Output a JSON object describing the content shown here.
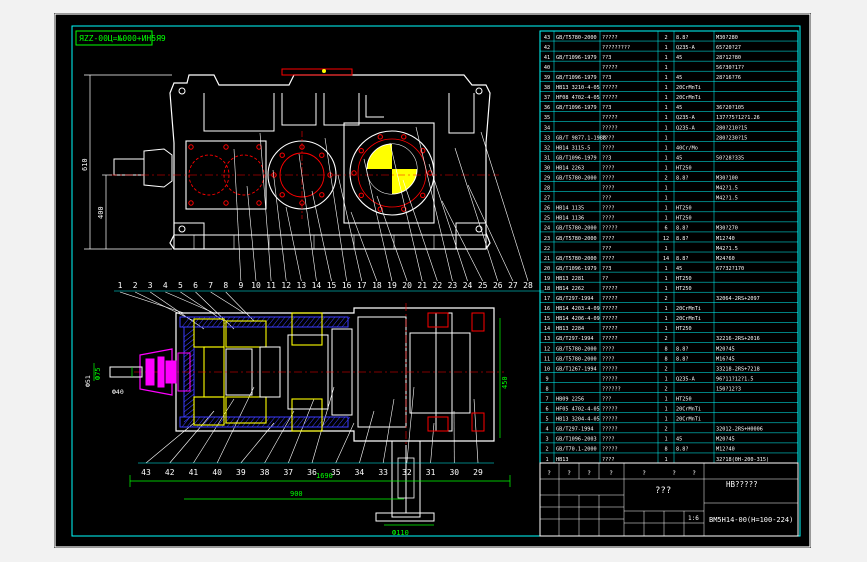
{
  "drawing": {
    "stamp": "ЯZZ-00Ц=№000+ИН5Я9",
    "title_block": {
      "part_name": "???",
      "material": "НВ?????",
      "drawing_no": "ВМ5Н14-00(Н=100-224)",
      "qty_labels": [
        "?",
        "?",
        "?",
        "?",
        "?",
        "?",
        "?"
      ],
      "scale": "1:6"
    },
    "dimensions": {
      "overall_height": "610",
      "center_height": "400",
      "overall_length": "1690",
      "input_dia": "Ф40",
      "input_len": "Ф75",
      "output_dia": "Ф110",
      "bottom_len": "900",
      "right_dim": "450",
      "left_ext": "Ф51"
    },
    "top_callouts": [
      "1",
      "2",
      "3",
      "4",
      "5",
      "6",
      "7",
      "8",
      "9",
      "10",
      "11",
      "12",
      "13",
      "14",
      "15",
      "16",
      "17",
      "18",
      "19",
      "20",
      "21",
      "22",
      "23",
      "24",
      "25",
      "26",
      "27",
      "28"
    ],
    "bottom_callouts": [
      "43",
      "42",
      "41",
      "40",
      "39",
      "38",
      "37",
      "36",
      "35",
      "34",
      "33",
      "32",
      "31",
      "30",
      "29"
    ],
    "bom_rows": [
      {
        "no": "43",
        "code": "GB/T5780-2000",
        "name": "?????",
        "qty": "2",
        "mat": "8.8?",
        "note": "M30?280"
      },
      {
        "no": "42",
        "code": "",
        "name": "?????????",
        "qty": "1",
        "mat": "Q235-A",
        "note": "65?20?27"
      },
      {
        "no": "41",
        "code": "GB/T1096-1979",
        "name": "??3",
        "qty": "1",
        "mat": "45",
        "note": "28?12?80"
      },
      {
        "no": "40",
        "code": "",
        "name": "?????",
        "qty": "1",
        "mat": "",
        "note": "56?30?17?"
      },
      {
        "no": "39",
        "code": "GB/T1096-1979",
        "name": "??3",
        "qty": "1",
        "mat": "45",
        "note": "28?16?76"
      },
      {
        "no": "38",
        "code": "HB13 3210-4-05",
        "name": "?????",
        "qty": "1",
        "mat": "20CrMnTi",
        "note": ""
      },
      {
        "no": "37",
        "code": "HF08 4702-4-05",
        "name": "?????",
        "qty": "1",
        "mat": "20CrMnTi",
        "note": ""
      },
      {
        "no": "36",
        "code": "GB/T1096-1979",
        "name": "??3",
        "qty": "1",
        "mat": "45",
        "note": "36?20?105"
      },
      {
        "no": "35",
        "code": "",
        "name": "?????",
        "qty": "1",
        "mat": "Q235-A",
        "note": "137?75?12?1.26"
      },
      {
        "no": "34",
        "code": "",
        "name": "?????",
        "qty": "1",
        "mat": "Q235-A",
        "note": "280?210?15"
      },
      {
        "no": "33",
        "code": "GB/T 9877.1-1988",
        "name": "????",
        "qty": "1",
        "mat": "",
        "note": "280?230?15"
      },
      {
        "no": "32",
        "code": "HB14 3115-5",
        "name": "????",
        "qty": "1",
        "mat": "40Cr/Мо",
        "note": ""
      },
      {
        "no": "31",
        "code": "GB/T1096-1979",
        "name": "??3",
        "qty": "1",
        "mat": "45",
        "note": "50?28?335"
      },
      {
        "no": "30",
        "code": "HB14 2263",
        "name": "????",
        "qty": "1",
        "mat": "HT250",
        "note": ""
      },
      {
        "no": "29",
        "code": "GB/T5780-2000",
        "name": "????",
        "qty": "2",
        "mat": "8.8?",
        "note": "M30?100"
      },
      {
        "no": "28",
        "code": "",
        "name": "????",
        "qty": "1",
        "mat": "",
        "note": "M42?1.5"
      },
      {
        "no": "27",
        "code": "",
        "name": "???",
        "qty": "1",
        "mat": "",
        "note": "M42?1.5"
      },
      {
        "no": "26",
        "code": "HB14 1135",
        "name": "????",
        "qty": "1",
        "mat": "HT250",
        "note": ""
      },
      {
        "no": "25",
        "code": "HB14 1136",
        "name": "????",
        "qty": "1",
        "mat": "HT250",
        "note": ""
      },
      {
        "no": "24",
        "code": "GB/T5780-2000",
        "name": "?????",
        "qty": "6",
        "mat": "8.8?",
        "note": "M30?270"
      },
      {
        "no": "23",
        "code": "GB/T5780-2000",
        "name": "????",
        "qty": "12",
        "mat": "8.8?",
        "note": "M12?40"
      },
      {
        "no": "22",
        "code": "",
        "name": "???",
        "qty": "1",
        "mat": "",
        "note": "M42?1.5"
      },
      {
        "no": "21",
        "code": "GB/T5780-2000",
        "name": "????",
        "qty": "14",
        "mat": "8.8?",
        "note": "M24?60"
      },
      {
        "no": "20",
        "code": "GB/T1096-1979",
        "name": "??3",
        "qty": "1",
        "mat": "45",
        "note": "67?32?170"
      },
      {
        "no": "19",
        "code": "HB13 2281",
        "name": "??",
        "qty": "1",
        "mat": "HT250",
        "note": ""
      },
      {
        "no": "18",
        "code": "HB14 2262",
        "name": "?????",
        "qty": "1",
        "mat": "HT250",
        "note": ""
      },
      {
        "no": "17",
        "code": "GB/T297-1994",
        "name": "?????",
        "qty": "2",
        "mat": "",
        "note": "32064-2RS+2097"
      },
      {
        "no": "16",
        "code": "HB14 4203-4-09",
        "name": "?????",
        "qty": "1",
        "mat": "20CrMnTi",
        "note": ""
      },
      {
        "no": "15",
        "code": "HB14 4206-4-09",
        "name": "?????",
        "qty": "1",
        "mat": "20CrMnTi",
        "note": ""
      },
      {
        "no": "14",
        "code": "HB13 2284",
        "name": "?????",
        "qty": "1",
        "mat": "HT250",
        "note": ""
      },
      {
        "no": "13",
        "code": "GB/T297-1994",
        "name": "?????",
        "qty": "2",
        "mat": "",
        "note": "32216-2RS+2016"
      },
      {
        "no": "12",
        "code": "GB/T5780-2000",
        "name": "????",
        "qty": "8",
        "mat": "8.8?",
        "note": "M20?45"
      },
      {
        "no": "11",
        "code": "GB/T5780-2000",
        "name": "????",
        "qty": "8",
        "mat": "8.8?",
        "note": "M16?45"
      },
      {
        "no": "10",
        "code": "GB/T1267-1994",
        "name": "?????",
        "qty": "2",
        "mat": "",
        "note": "33218-2RS+7218"
      },
      {
        "no": "9",
        "code": "",
        "name": "?????",
        "qty": "1",
        "mat": "Q235-A",
        "note": "96?11?12?1.5"
      },
      {
        "no": "8",
        "code": "",
        "name": "??????",
        "qty": "2",
        "mat": "",
        "note": "150?12?3"
      },
      {
        "no": "7",
        "code": "HB09 2256",
        "name": "???",
        "qty": "1",
        "mat": "HT250",
        "note": ""
      },
      {
        "no": "6",
        "code": "HF05 4702-4-05",
        "name": "?????",
        "qty": "1",
        "mat": "20CrMnTi",
        "note": ""
      },
      {
        "no": "5",
        "code": "HB13 3204-4-05",
        "name": "?????",
        "qty": "1",
        "mat": "20CrMnTi",
        "note": ""
      },
      {
        "no": "4",
        "code": "GB/T297-1994",
        "name": "?????",
        "qty": "2",
        "mat": "",
        "note": "32012-2RS+H0006"
      },
      {
        "no": "3",
        "code": "GB/T1096-2003",
        "name": "????",
        "qty": "1",
        "mat": "45",
        "note": "M20?45"
      },
      {
        "no": "2",
        "code": "GB/T70.1-2000",
        "name": "?????",
        "qty": "8",
        "mat": "8.8?",
        "note": "M12?40"
      },
      {
        "no": "1",
        "code": "HB13",
        "name": "????",
        "qty": "1",
        "mat": "",
        "note": "32?18(0H-200-315)"
      }
    ],
    "colors": {
      "frame": "#ffffff",
      "table_line": "#00ffff",
      "table_text": "#ffffff",
      "stamp": "#00ff00",
      "callout": "#00ffff",
      "dimension": "#00ff00",
      "hatch_blue": "#3b3bff",
      "flange_red": "#ff0000",
      "bearing_yellow": "#ffff00",
      "input_magenta": "#ff00ff",
      "body_white": "#ffffff"
    }
  }
}
